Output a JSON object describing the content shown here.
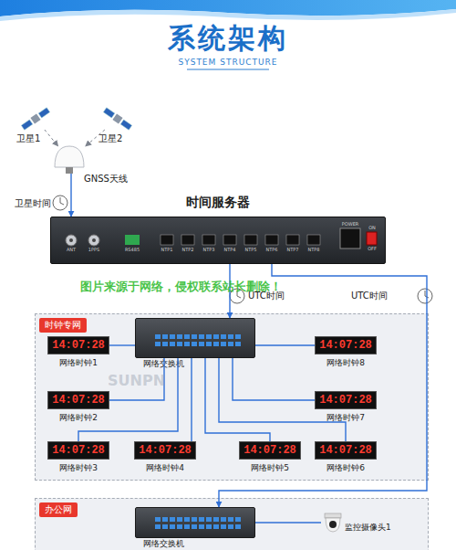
{
  "diagram": {
    "title": "系统架构",
    "nodes": [
      {
        "text": [
          "卫星1"
        ]
      },
      {
        "text": [
          "卫星2"
        ]
      },
      {
        "text": [
          "GNSS天线"
        ]
      },
      {
        "text": [
          "时间服务器"
        ]
      },
      {
        "text": [
          "时钟专网"
        ]
      },
      {
        "text": [
          "网络交换机"
        ],
        "in": 4
      },
      {
        "text": [
          "14:07:28",
          "网络时钟1"
        ],
        "in": 4
      },
      {
        "text": [
          "14:07:28",
          "网络时钟8"
        ],
        "in": 4
      },
      {
        "text": [
          "14:07:28",
          "网络时钟2"
        ],
        "in": 4
      },
      {
        "text": [
          "14:07:28",
          "网络时钟7"
        ],
        "in": 4
      },
      {
        "text": [
          "14:07:28",
          "网络时钟3"
        ],
        "in": 4
      },
      {
        "text": [
          "14:07:28",
          "网络时钟4"
        ],
        "in": 4
      },
      {
        "text": [
          "14:07:28",
          "网络时钟5"
        ],
        "in": 4
      },
      {
        "text": [
          "14:07:28",
          "网络时钟6"
        ],
        "in": 4
      },
      {
        "text": [
          "办公网"
        ]
      },
      {
        "text": [
          "网络交换机"
        ],
        "in": 14
      },
      {
        "text": [
          "监控摄像头1"
        ],
        "in": 14
      }
    ],
    "edges": [
      {
        "from": 0,
        "to": 2,
        "arrow": "to"
      },
      {
        "from": 1,
        "to": 2,
        "arrow": "to"
      },
      {
        "from": 2,
        "to": 3,
        "label": "卫星时间",
        "arrow": "to"
      },
      {
        "from": 3,
        "to": 5,
        "label": "UTC时间",
        "arrow": "to"
      },
      {
        "from": 3,
        "to": 15,
        "label": "UTC时间",
        "arrow": "to"
      },
      {
        "from": 5,
        "to": 6,
        "arrow": "none"
      },
      {
        "from": 5,
        "to": 7,
        "arrow": "none"
      },
      {
        "from": 5,
        "to": 8,
        "arrow": "none"
      },
      {
        "from": 5,
        "to": 9,
        "arrow": "none"
      },
      {
        "from": 5,
        "to": 10,
        "arrow": "none"
      },
      {
        "from": 5,
        "to": 11,
        "arrow": "none"
      },
      {
        "from": 5,
        "to": 12,
        "arrow": "none"
      },
      {
        "from": 5,
        "to": 13,
        "arrow": "none"
      },
      {
        "from": 15,
        "to": 16,
        "arrow": "none"
      }
    ],
    "labels": [
      "SYSTEM STRUCTURE",
      "ANT",
      "1PPS",
      "RS485",
      "NTP1",
      "NTP2",
      "NTP3",
      "NTP4",
      "NTP5",
      "NTP6",
      "NTP7",
      "NTP8",
      "POWER",
      "ON",
      "OFF",
      "图片来源于网络，侵权联系站长删除！",
      "SUNPN"
    ]
  }
}
